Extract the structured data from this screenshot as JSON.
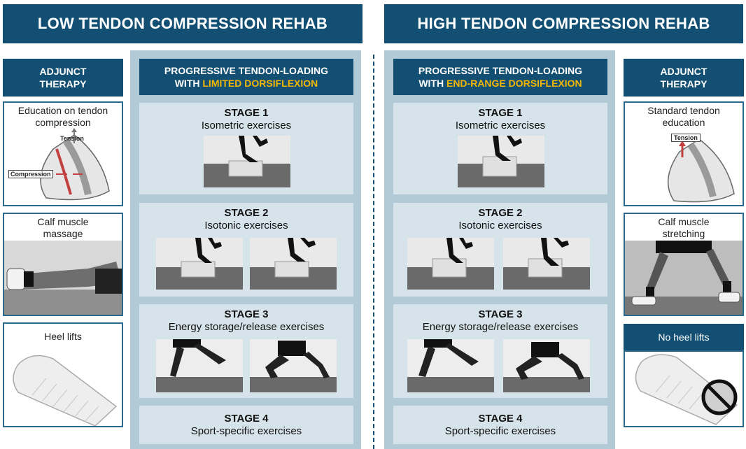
{
  "headers": {
    "low": "LOW TENDON COMPRESSION REHAB",
    "high": "HIGH TENDON COMPRESSION REHAB"
  },
  "left_adjunct": {
    "title": "ADJUNCT THERAPY",
    "items": [
      {
        "caption": "Education on tendon compression",
        "labels": [
          "Tension",
          "Compression"
        ]
      },
      {
        "caption": "Calf muscle massage"
      },
      {
        "caption": "Heel lifts"
      }
    ]
  },
  "right_adjunct": {
    "title": "ADJUNCT THERAPY",
    "items": [
      {
        "caption": "Standard tendon education",
        "labels": [
          "Tension"
        ]
      },
      {
        "caption": "Calf muscle stretching"
      },
      {
        "caption": "No heel lifts"
      }
    ]
  },
  "left_loading": {
    "title_line1": "PROGRESSIVE TENDON-LOADING",
    "title_prefix": "WITH",
    "title_highlight": "LIMITED DORSIFLEXION"
  },
  "right_loading": {
    "title_line1": "PROGRESSIVE TENDON-LOADING",
    "title_prefix": "WITH",
    "title_highlight": "END-RANGE DORSIFLEXION"
  },
  "stages": [
    {
      "title": "STAGE 1",
      "subtitle": "Isometric exercises"
    },
    {
      "title": "STAGE 2",
      "subtitle": "Isotonic exercises"
    },
    {
      "title": "STAGE 3",
      "subtitle": "Energy storage/release exercises"
    },
    {
      "title": "STAGE 4",
      "subtitle": "Sport-specific exercises"
    }
  ],
  "colors": {
    "navy": "#124f72",
    "gold": "#f2b705",
    "panel": "#b2cad6",
    "stage": "#d6e3ea"
  },
  "icons": [
    "no-symbol-icon"
  ]
}
